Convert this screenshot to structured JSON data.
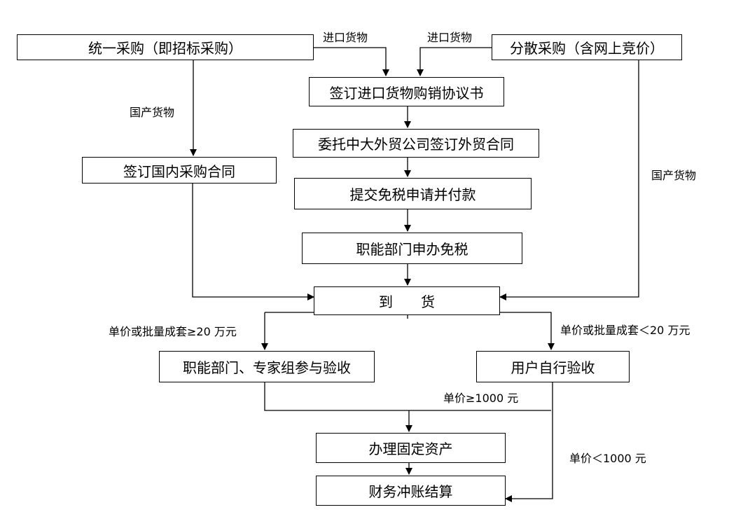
{
  "boxes": {
    "unified": "统一采购（即招标采购）",
    "scattered": "分散采购（含网上竞价）",
    "sign_import": "签订进口货物购销协议书",
    "entrust": "委托中大外贸公司签订外贸合同",
    "domestic_contract": "签订国内采购合同",
    "tax_apply": "提交免税申请并付款",
    "dept_tax": "职能部门申办免税",
    "arrival": "到　　货",
    "expert_accept": "职能部门、专家组参与验收",
    "user_accept": "用户自行验收",
    "fixed_asset": "办理固定资产",
    "finance": "财务冲账结算"
  },
  "labels": {
    "import_goods_left": "进口货物",
    "import_goods_right": "进口货物",
    "domestic_goods_left": "国产货物",
    "domestic_goods_right": "国产货物",
    "big_threshold": "单价或批量成套≥20 万元",
    "small_threshold": "单价或批量成套＜20 万元",
    "price_ge_1000": "单价≥1000 元",
    "price_lt_1000": "单价＜1000 元"
  }
}
